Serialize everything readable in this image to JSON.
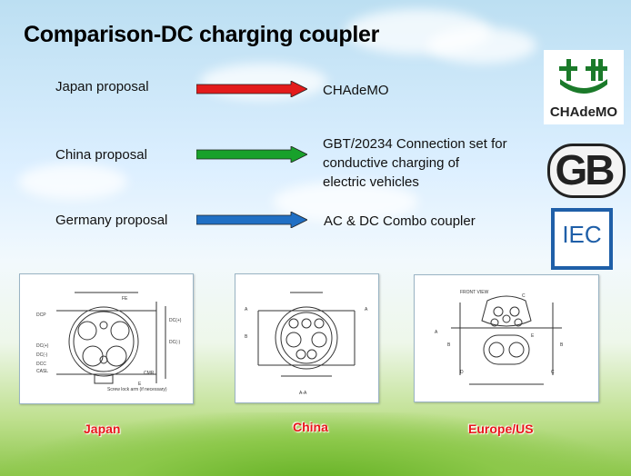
{
  "title": "Comparison-DC charging coupler",
  "rows": [
    {
      "proposal": "Japan proposal",
      "arrow_color": "#e31b1b",
      "target_lines": [
        "CHAdeMO"
      ],
      "logo": "chademo-logo"
    },
    {
      "proposal": "China proposal",
      "arrow_color": "#18a12b",
      "target_lines": [
        "GBT/20234 Connection set for",
        "conductive charging of",
        "electric vehicles"
      ],
      "logo": "gb-logo"
    },
    {
      "proposal": "Germany proposal",
      "arrow_color": "#1f6fc4",
      "target_lines": [
        "AC & DC Combo coupler"
      ],
      "logo": "iec-logo"
    }
  ],
  "logos": {
    "chademo": {
      "text": "CHAdeMO",
      "color": "#1b7a2a"
    },
    "gb": {
      "text": "GB",
      "color": "#222222"
    },
    "iec": {
      "text": "IEC",
      "color": "#1f5fa8"
    }
  },
  "drawings": {
    "japan": {
      "caption": "Japan",
      "labels": [
        "DCP",
        "DC(+)",
        "DC(-)",
        "DCC",
        "CASL",
        "CMR",
        "FE",
        "DC(+)",
        "DC(-)",
        "E",
        "Screw lock arm (if necessary)"
      ]
    },
    "china": {
      "caption": "China",
      "labels": [
        "A",
        "B",
        "A",
        "A-A"
      ]
    },
    "europe": {
      "caption": "Europe/US",
      "labels": [
        "FRONT VIEW",
        "A",
        "B",
        "B",
        "C",
        "D",
        "C",
        "E"
      ]
    }
  }
}
